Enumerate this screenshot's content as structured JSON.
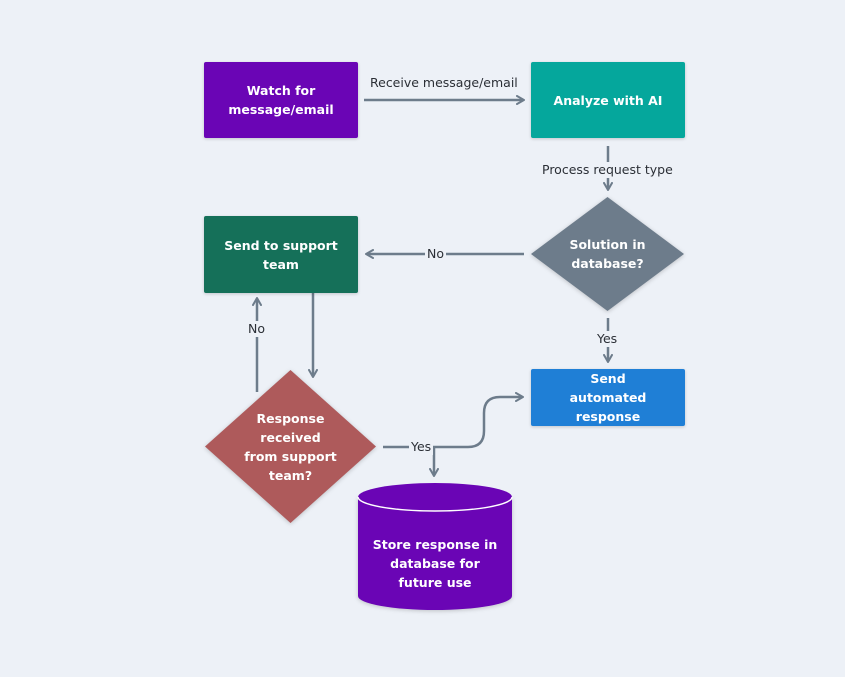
{
  "nodes": {
    "watch": {
      "label": "Watch for message/email",
      "color": "#6a05b5"
    },
    "analyze": {
      "label": "Analyze with AI",
      "color": "#05a79c"
    },
    "solution": {
      "label": "Solution in database?",
      "color": "#6d7c8b"
    },
    "support": {
      "label": "Send to support team",
      "color": "#157059"
    },
    "automated": {
      "label": "Send automated response",
      "color": "#1f7fd6"
    },
    "response": {
      "label": "Response received from support team?",
      "color": "#ae5a5b"
    },
    "store": {
      "label": "Store response in database for future use",
      "color": "#6a05b5"
    }
  },
  "edges": {
    "receive": "Receive message/email",
    "process": "Process request type",
    "no_solution": "No",
    "yes_solution": "Yes",
    "no_response": "No",
    "yes_response": "Yes"
  },
  "colors": {
    "edge": "#6d7c8b",
    "background": "#edf1f7"
  }
}
